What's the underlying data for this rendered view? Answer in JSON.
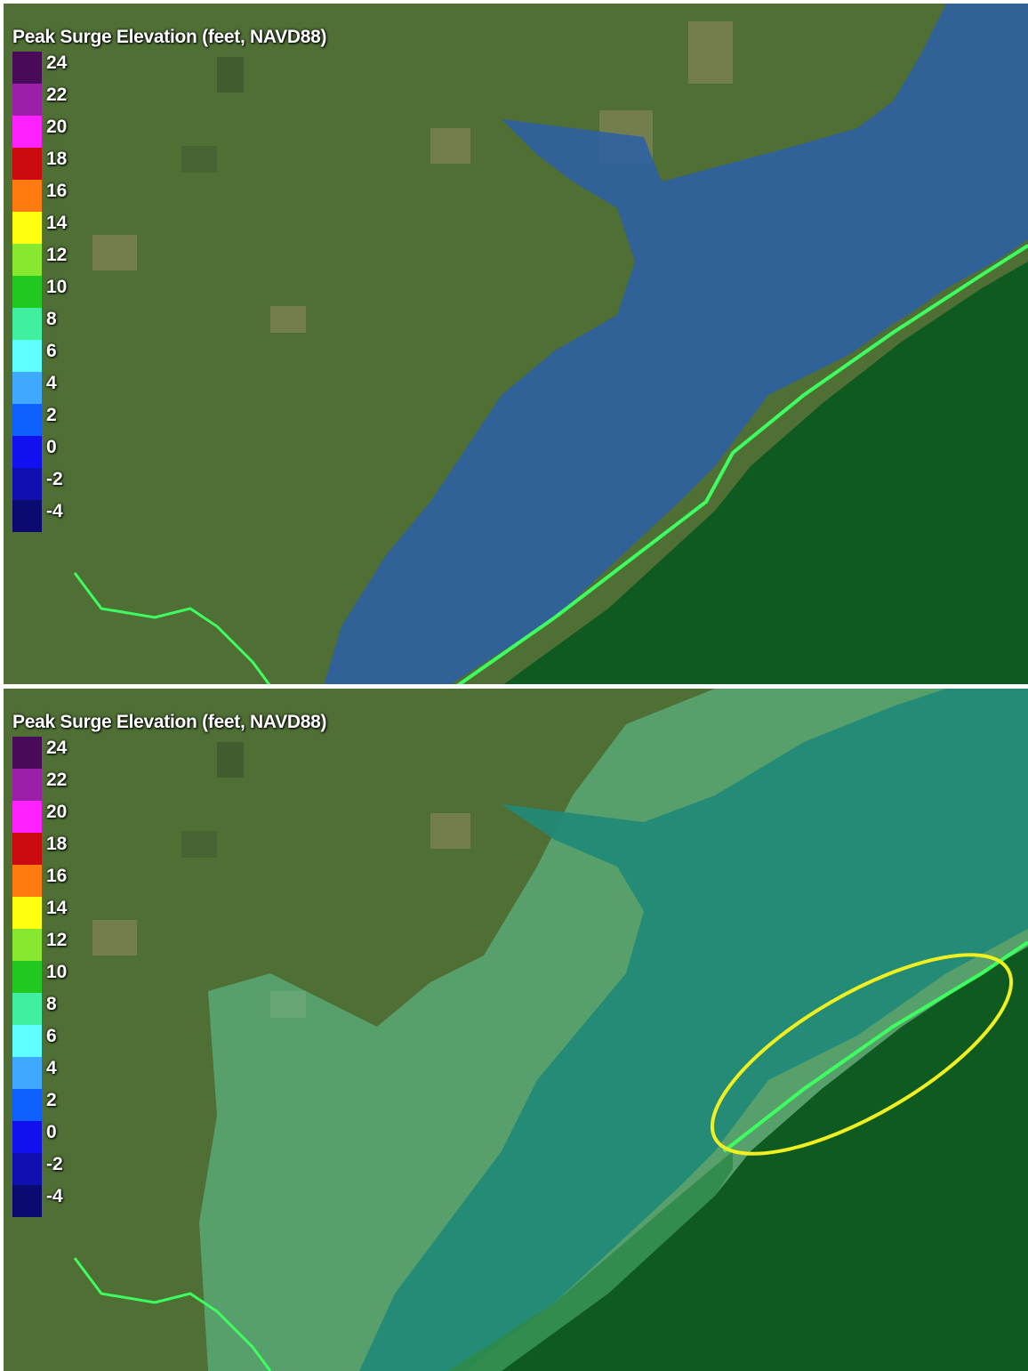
{
  "legend": {
    "title": "Peak Surge Elevation (feet, NAVD88)",
    "ticks": [
      "24",
      "22",
      "20",
      "18",
      "16",
      "14",
      "12",
      "10",
      "8",
      "6",
      "4",
      "2",
      "0",
      "-2",
      "-4"
    ],
    "colors": [
      "#4a0a5a",
      "#9b1fa8",
      "#ff22ff",
      "#cc0a10",
      "#ff7a10",
      "#ffff10",
      "#88e830",
      "#20c820",
      "#40f0a0",
      "#60ffff",
      "#40a8ff",
      "#1060ff",
      "#1010f0",
      "#1010b0",
      "#0a0a70"
    ]
  },
  "colors": {
    "land": "#4f6f35",
    "gulf": "#0f5a20",
    "bay_low_surge": "#2a5fa8",
    "bay_high_surge": "#1f8a78",
    "coastline": "#3dff60",
    "highlight_ellipse": "#f0f020"
  },
  "panels": [
    {
      "id": "top",
      "surge_level": "low"
    },
    {
      "id": "bottom",
      "surge_level": "high",
      "highlight": "ellipse"
    }
  ]
}
